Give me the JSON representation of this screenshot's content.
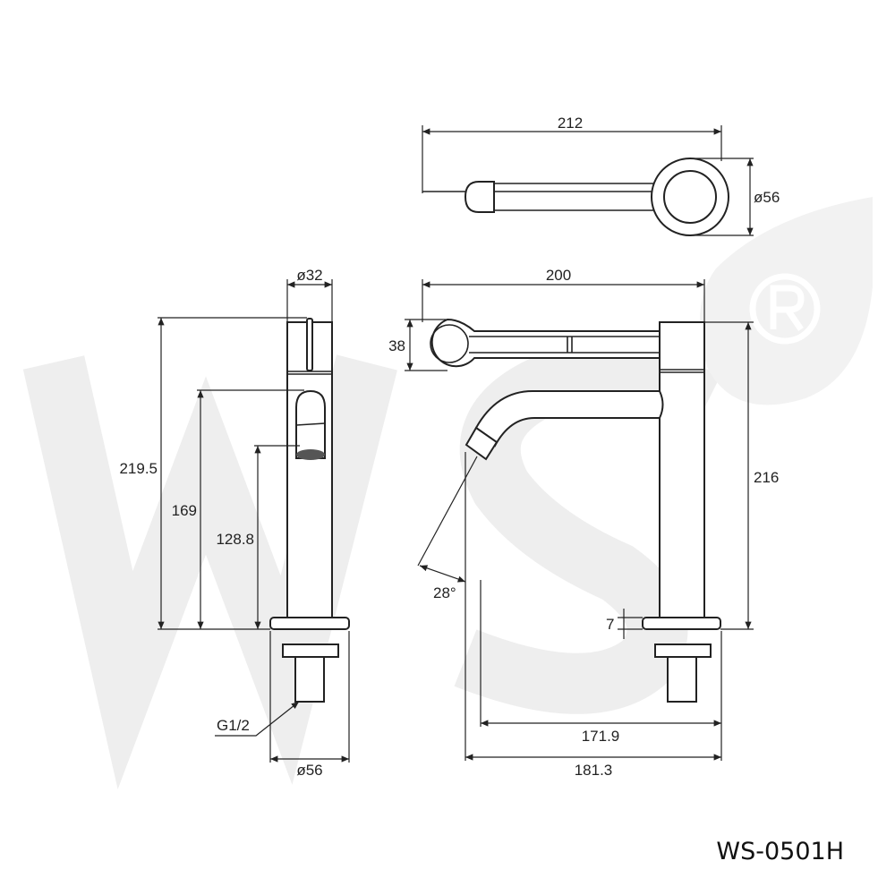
{
  "watermark": {
    "text": "WS",
    "registered": "®"
  },
  "top_view": {
    "length": "212",
    "diameter": "ø56"
  },
  "side_view": {
    "diameter_top": "ø32",
    "height_total": "219.5",
    "height_outlet": "169",
    "height_aerator": "128.8",
    "thread": "G1/2",
    "diameter_base": "ø56"
  },
  "front_view": {
    "length": "200",
    "lever_height": "38",
    "height": "216",
    "angle": "28°",
    "base_thickness": "7",
    "reach_inner": "171.9",
    "reach_outer": "181.3"
  },
  "model": "WS-0501H",
  "colors": {
    "line": "#222222",
    "watermark": "#eeeeee"
  }
}
